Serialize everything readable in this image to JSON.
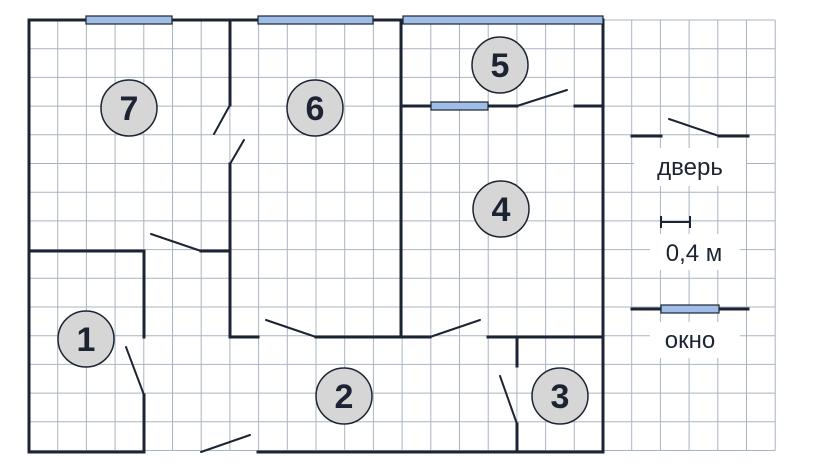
{
  "rooms": [
    {
      "label": "1"
    },
    {
      "label": "2"
    },
    {
      "label": "3"
    },
    {
      "label": "4"
    },
    {
      "label": "5"
    },
    {
      "label": "6"
    },
    {
      "label": "7"
    }
  ],
  "legend": {
    "door_label": "дверь",
    "scale_label": "0,4 м",
    "window_label": "окно"
  },
  "colors": {
    "wall": "#1c2433",
    "grid": "#a9b4c2",
    "window": "#9fbde6",
    "room_circle": "#d6d6d6"
  }
}
